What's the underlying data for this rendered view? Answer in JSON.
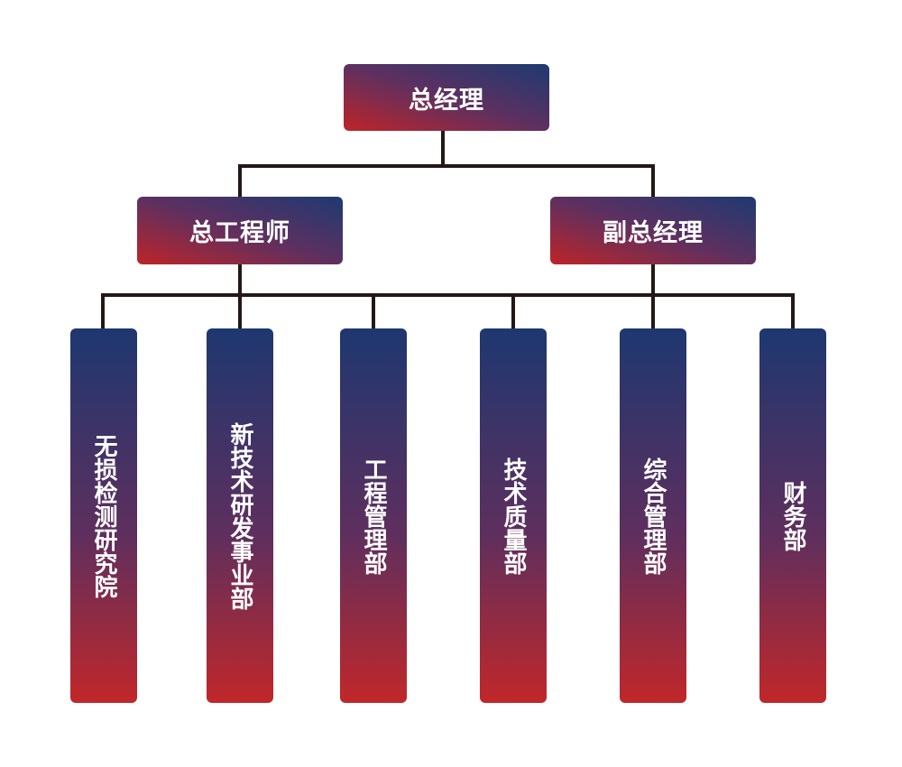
{
  "top": {
    "label": "总经理"
  },
  "middle": [
    {
      "label": "总工程师"
    },
    {
      "label": "副总经理"
    }
  ],
  "departments": [
    {
      "label": "无损检测研究院"
    },
    {
      "label": "新技术研发事业部"
    },
    {
      "label": "工程管理部"
    },
    {
      "label": "技术质量部"
    },
    {
      "label": "综合管理部"
    },
    {
      "label": "财务部"
    }
  ],
  "colors": {
    "connector": "#231815",
    "gradient_red": "#be2428",
    "gradient_blue": "#1d3a72"
  }
}
